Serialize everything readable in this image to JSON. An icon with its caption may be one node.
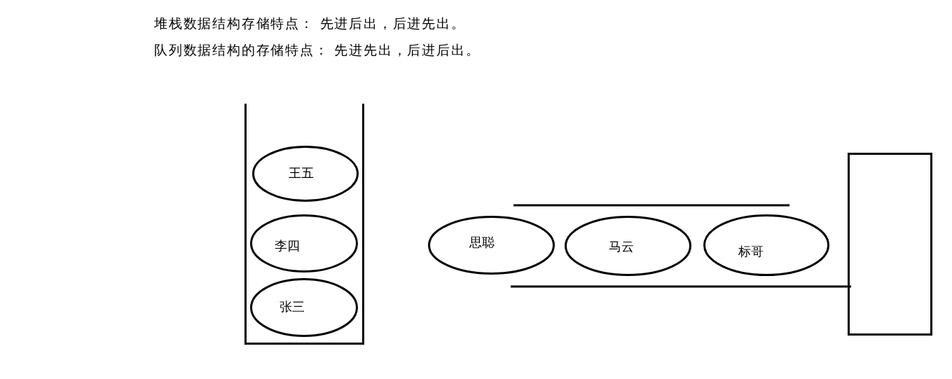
{
  "diagram": {
    "nodes": [
      {
        "text": [],
        "shape": "container"
      },
      {
        "text": [
          "王五"
        ],
        "in": 0
      },
      {
        "text": [
          "李四"
        ],
        "in": 0
      },
      {
        "text": [
          "张三"
        ],
        "in": 0
      },
      {
        "text": [
          "思聪"
        ]
      },
      {
        "text": [
          "马云"
        ]
      },
      {
        "text": [
          "标哥"
        ]
      },
      {
        "text": [],
        "shape": "box"
      }
    ],
    "labels": [
      "堆栈数据结构存储特点： 先进后出，后进先出。",
      "队列数据结构的存储特点： 先进先出，后进后出。"
    ]
  }
}
